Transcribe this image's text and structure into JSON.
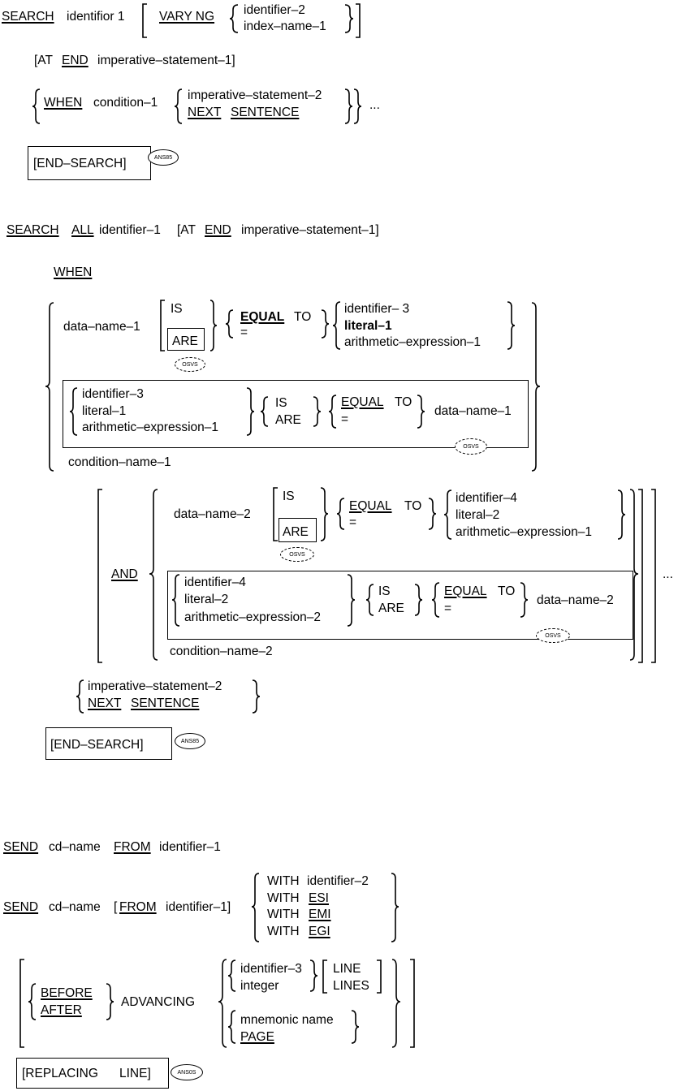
{
  "s1": {
    "search": "SEARCH",
    "identifier_1": "identifior 1",
    "varying": "VARY NG",
    "identifier_2": "identifier–2",
    "index_name_1": "index–name–1",
    "at_open": "[AT",
    "end": "END",
    "imperative_1": "imperative–statement–1]",
    "when": "WHEN",
    "condition_1": "condition–1",
    "imperative_2": "imperative–statement–2",
    "next": "NEXT",
    "sentence": "SENTENCE",
    "ellipsis": "...",
    "end_search": "[END–SEARCH]",
    "badge": "ANS85"
  },
  "s2": {
    "search": "SEARCH",
    "all": "ALL",
    "identifier_1": "identifier–1",
    "at_open": "[AT",
    "end": "END",
    "imperative_1": "imperative–statement–1]",
    "when": "WHEN",
    "data_name_1": "data–name–1",
    "is": "IS",
    "are": "ARE",
    "osvs": "OSVS",
    "equal": "EQUAL",
    "to": "TO",
    "equals_sign": "=",
    "identifier_3": "identifier– 3",
    "literal_1": "literal–1",
    "arith_1": "arithmetic–expression–1",
    "b_identifier_3": "identifier–3",
    "b_literal_1": "literal–1",
    "b_arith_1": "arithmetic–expression–1",
    "b_is": "IS",
    "b_are": "ARE",
    "b_equal": "EQUAL",
    "b_to": "TO",
    "b_equals_sign": "=",
    "b_data_name_1": "data–name–1",
    "condition_name_1": "condition–name–1",
    "and": "AND",
    "data_name_2": "data–name–2",
    "is2": "IS",
    "are2": "ARE",
    "equal2": "EQUAL",
    "to2": "TO",
    "equals_sign2": "=",
    "identifier_4": "identifier–4",
    "literal_2": "literal–2",
    "arith_1b": "arithmetic–expression–1",
    "c_identifier_4": "identifier–4",
    "c_literal_2": "literal–2",
    "c_arith_2": "arithmetic–expression–2",
    "c_is": "IS",
    "c_are": "ARE",
    "c_equal": "EQUAL",
    "c_to": "TO",
    "c_equals_sign": "=",
    "c_data_name_2": "data–name–2",
    "condition_name_2": "condition–name–2",
    "ellipsis": "...",
    "imperative_2": "imperative–statement–2",
    "next": "NEXT",
    "sentence": "SENTENCE",
    "end_search": "[END–SEARCH]",
    "badge": "ANS85"
  },
  "s3": {
    "send": "SEND",
    "cd_name": "cd–name",
    "from": "FROM",
    "identifier_1": "identifier–1"
  },
  "s4": {
    "send": "SEND",
    "cd_name": "cd–name",
    "from_open": "[",
    "from": "FROM",
    "identifier_1": "identifier–1]",
    "with1": "WITH",
    "identifier_2": "identifier–2",
    "with2": "WITH",
    "esi": "ESI",
    "with3": "WITH",
    "emi": "EMI",
    "with4": "WITH",
    "egi": "EGI",
    "before": "BEFORE",
    "after": "AFTER",
    "advancing": "ADVANCING",
    "identifier_3": "identifier–3",
    "integer": "integer",
    "line": "LINE",
    "lines": "LINES",
    "mnemonic_name": "mnemonic name",
    "page": "PAGE",
    "replacing_open": "[REPLACING",
    "line_close": "LINE]",
    "badge": "ANS0S"
  }
}
